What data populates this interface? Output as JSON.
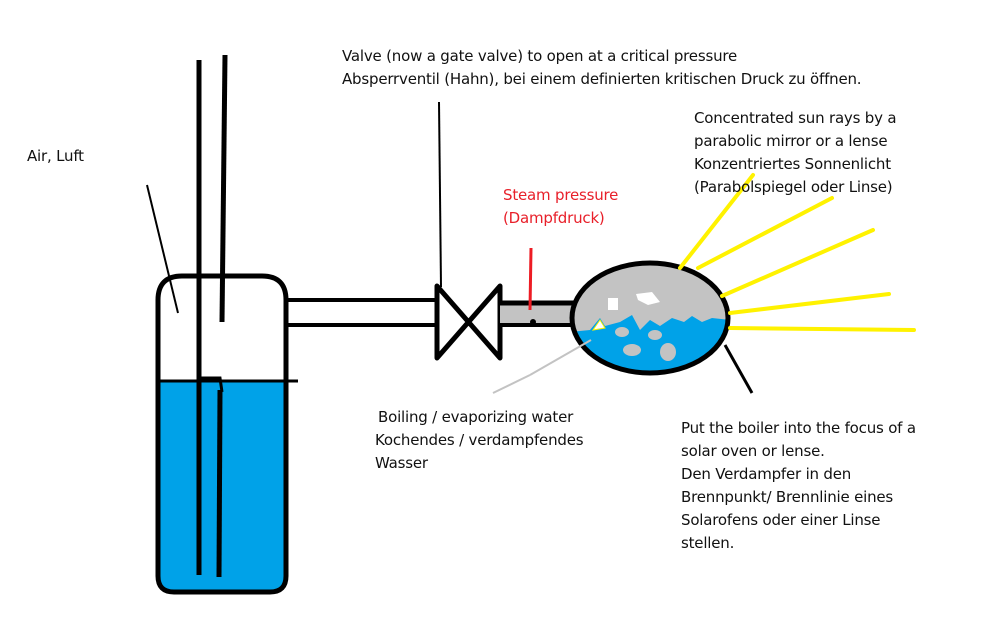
{
  "colors": {
    "water": "#00a2e8",
    "steam": "#c3c3c3",
    "sun_rays": "#fff200",
    "outline": "#000000",
    "pressure_label": "#ed1c24",
    "pointer_grey": "#c3c3c3"
  },
  "labels": {
    "air": "Air, Luft",
    "valve": {
      "line1": "Valve (now a gate valve) to open at a critical pressure",
      "line2": "Absperrventil (Hahn), bei einem definierten kritischen Druck zu öffnen."
    },
    "sun": {
      "line1": "Concentrated sun rays by a",
      "line2": "parabolic mirror or a lense",
      "line3": "Konzentriertes Sonnenlicht",
      "line4": "(Parabolspiegel oder Linse)"
    },
    "steam_pressure": {
      "line1": "Steam pressure",
      "line2": "(Dampfdruck)"
    },
    "boiling": {
      "line1": "Boiling / evaporizing water",
      "line2": "Kochendes / verdampfendes",
      "line3": "Wasser"
    },
    "boiler": {
      "line1": "Put the boiler into the focus of a",
      "line2": "solar oven or lense.",
      "line3": "Den Verdampfer in den",
      "line4": "Brennpunkt/ Brennlinie eines",
      "line5": "Solarofens oder einer Linse",
      "line6": "stellen."
    }
  }
}
